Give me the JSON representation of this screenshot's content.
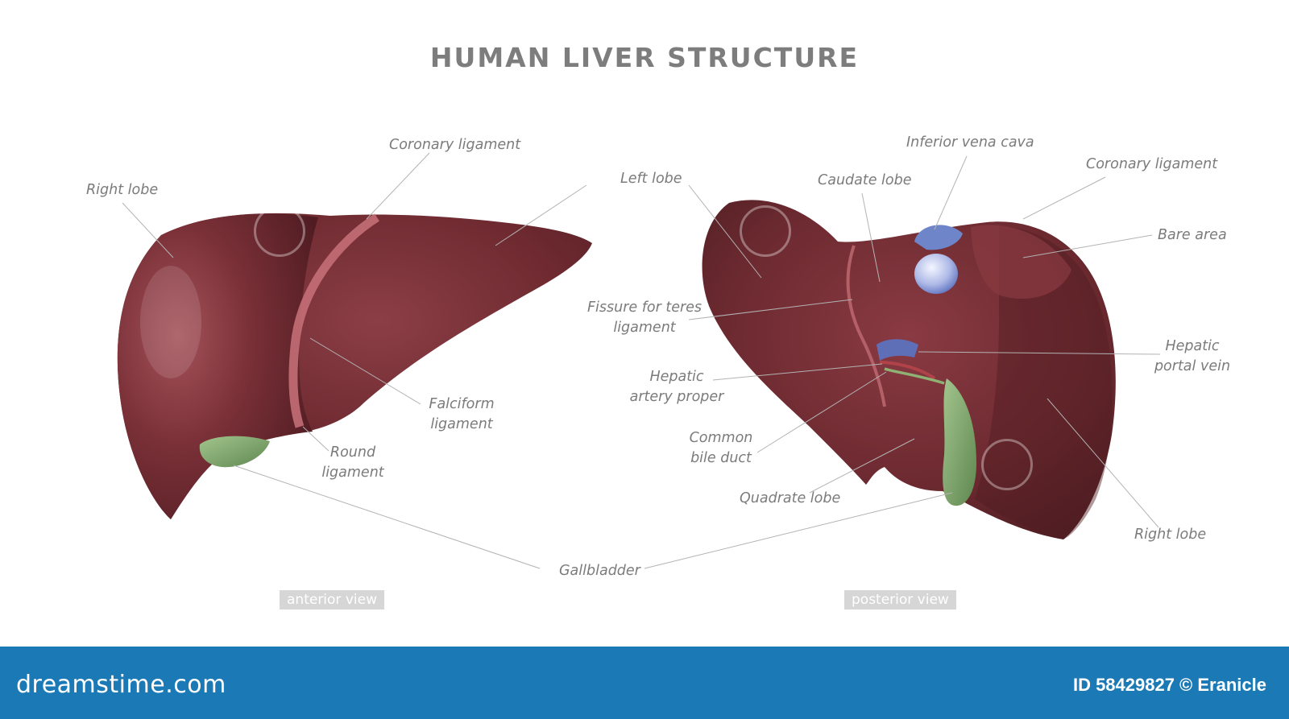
{
  "title": "HUMAN LIVER STRUCTURE",
  "labels": {
    "coronary_ligament_a": "Coronary ligament",
    "right_lobe_a": "Right lobe",
    "left_lobe": "Left lobe",
    "falciform_1": "Falciform",
    "falciform_2": "ligament",
    "round_1": "Round",
    "round_2": "ligament",
    "gallbladder": "Gallbladder",
    "inferior_vena_cava": "Inferior vena cava",
    "caudate_lobe": "Caudate lobe",
    "coronary_ligament_p": "Coronary ligament",
    "bare_area": "Bare area",
    "fissure_1": "Fissure for teres",
    "fissure_2": "ligament",
    "hepatic_portal_1": "Hepatic",
    "hepatic_portal_2": "portal vein",
    "hepatic_artery_1": "Hepatic",
    "hepatic_artery_2": "artery proper",
    "common_bile_1": "Common",
    "common_bile_2": "bile duct",
    "quadrate_lobe": "Quadrate lobe",
    "right_lobe_p": "Right lobe"
  },
  "views": {
    "anterior": "anterior view",
    "posterior": "posterior view"
  },
  "footer": {
    "brand": "dreamstime.com",
    "credit": "ID 58429827 © Eranicle"
  },
  "colors": {
    "liver": "#6e2a30",
    "liver_dark": "#4a1a20",
    "gallbladder": "#7ea06a",
    "vena_cava": "#6f85c9",
    "footer": "#1b7ab5"
  }
}
